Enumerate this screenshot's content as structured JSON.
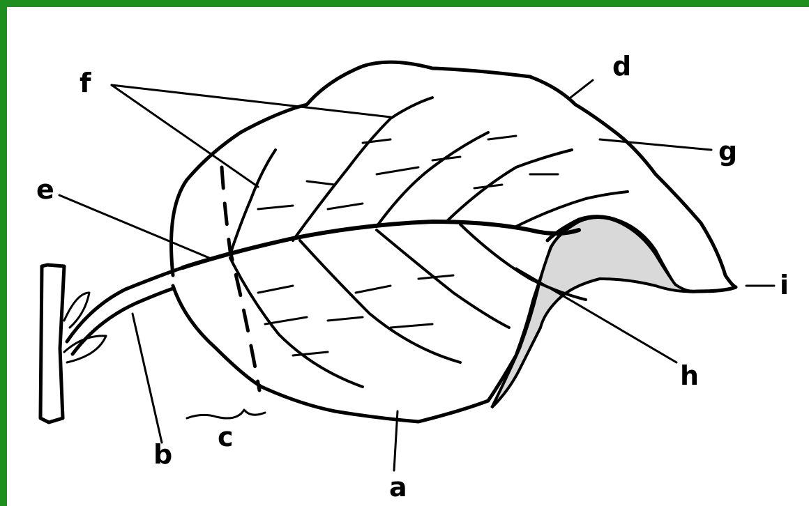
{
  "diagram": {
    "labels": {
      "a": "a",
      "b": "b",
      "c": "c",
      "d": "d",
      "e": "e",
      "f": "f",
      "g": "g",
      "h": "h",
      "i": "i"
    },
    "colors": {
      "frame": "#1e8f1e",
      "background": "#ffffff",
      "ink": "#000000"
    }
  }
}
